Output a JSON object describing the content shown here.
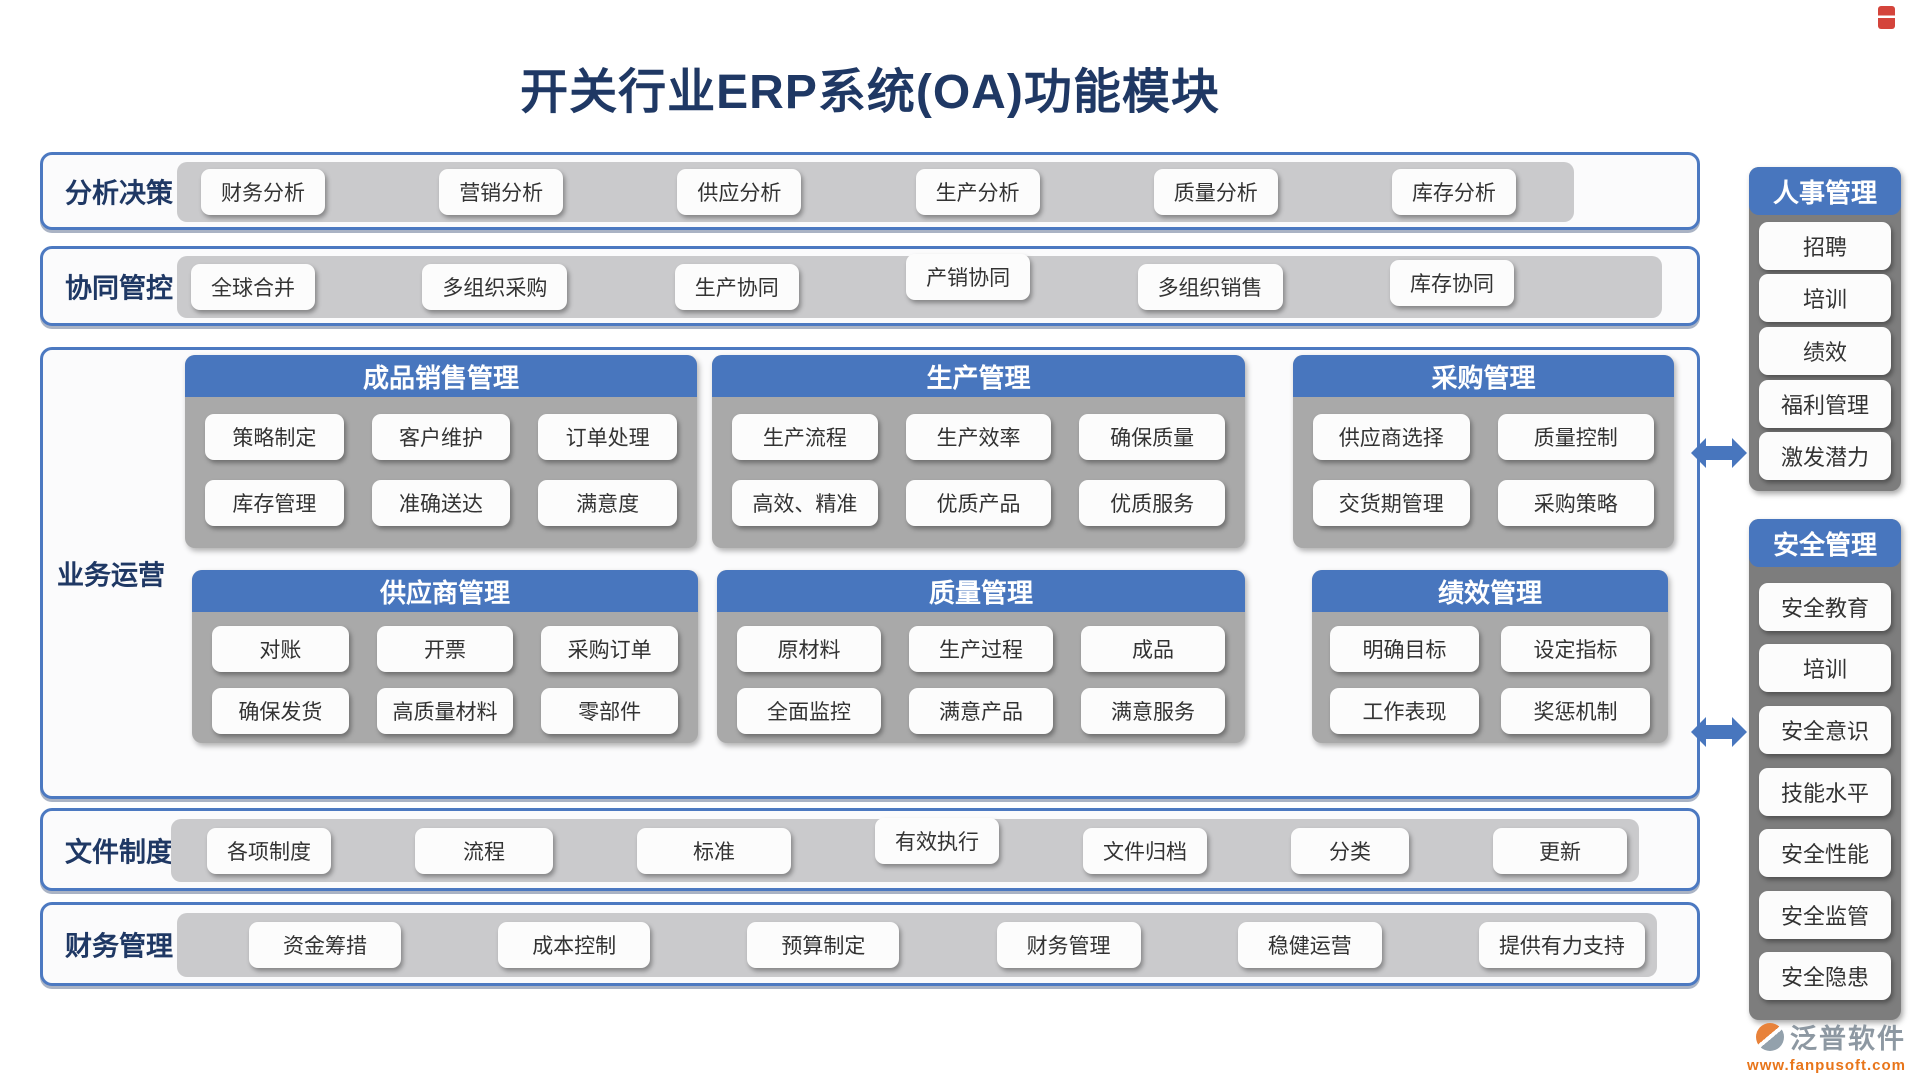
{
  "colors": {
    "accent_blue": "#4876BE",
    "navy_text": "#1F3864",
    "card_gray": "#A9A9A9",
    "strip_gray": "#CACACC",
    "sidebar_gray": "#7D7D7D",
    "brand_orange": "#E8751A"
  },
  "icons": {
    "exchange_arrow": "left-right-arrow",
    "logo": "fanpu-logo-circle",
    "corner": "red-corner-mark"
  },
  "header": {
    "title": "开关行业ERP系统(OA)功能模块"
  },
  "analysis_row": {
    "label": "分析决策",
    "items": [
      "财务分析",
      "营销分析",
      "供应分析",
      "生产分析",
      "质量分析",
      "库存分析"
    ]
  },
  "collab_row": {
    "label": "协同管控",
    "items": [
      "全球合并",
      "多组织采购",
      "生产协同",
      "产销协同",
      "多组织销售",
      "库存协同"
    ]
  },
  "operations": {
    "label": "业务运营",
    "cards": [
      {
        "title": "成品销售管理",
        "items": [
          "策略制定",
          "客户维护",
          "订单处理",
          "库存管理",
          "准确送达",
          "满意度"
        ]
      },
      {
        "title": "生产管理",
        "items": [
          "生产流程",
          "生产效率",
          "确保质量",
          "高效、精准",
          "优质产品",
          "优质服务"
        ]
      },
      {
        "title": "采购管理",
        "items": [
          "供应商选择",
          "质量控制",
          "交货期管理",
          "采购策略"
        ]
      },
      {
        "title": "供应商管理",
        "items": [
          "对账",
          "开票",
          "采购订单",
          "确保发货",
          "高质量材料",
          "零部件"
        ]
      },
      {
        "title": "质量管理",
        "items": [
          "原材料",
          "生产过程",
          "成品",
          "全面监控",
          "满意产品",
          "满意服务"
        ]
      },
      {
        "title": "绩效管理",
        "items": [
          "明确目标",
          "设定指标",
          "工作表现",
          "奖惩机制"
        ]
      }
    ]
  },
  "documents_row": {
    "label": "文件制度",
    "items": [
      "各项制度",
      "流程",
      "标准",
      "有效执行",
      "文件归档",
      "分类",
      "更新"
    ]
  },
  "finance_row": {
    "label": "财务管理",
    "items": [
      "资金筹措",
      "成本控制",
      "预算制定",
      "财务管理",
      "稳健运营",
      "提供有力支持"
    ]
  },
  "hr_panel": {
    "title": "人事管理",
    "items": [
      "招聘",
      "培训",
      "绩效",
      "福利管理",
      "激发潜力"
    ]
  },
  "safety_panel": {
    "title": "安全管理",
    "items": [
      "安全教育",
      "培训",
      "安全意识",
      "技能水平",
      "安全性能",
      "安全监管",
      "安全隐患"
    ]
  },
  "footer": {
    "brand": "泛普软件",
    "url": "www.fanpusoft.com"
  }
}
